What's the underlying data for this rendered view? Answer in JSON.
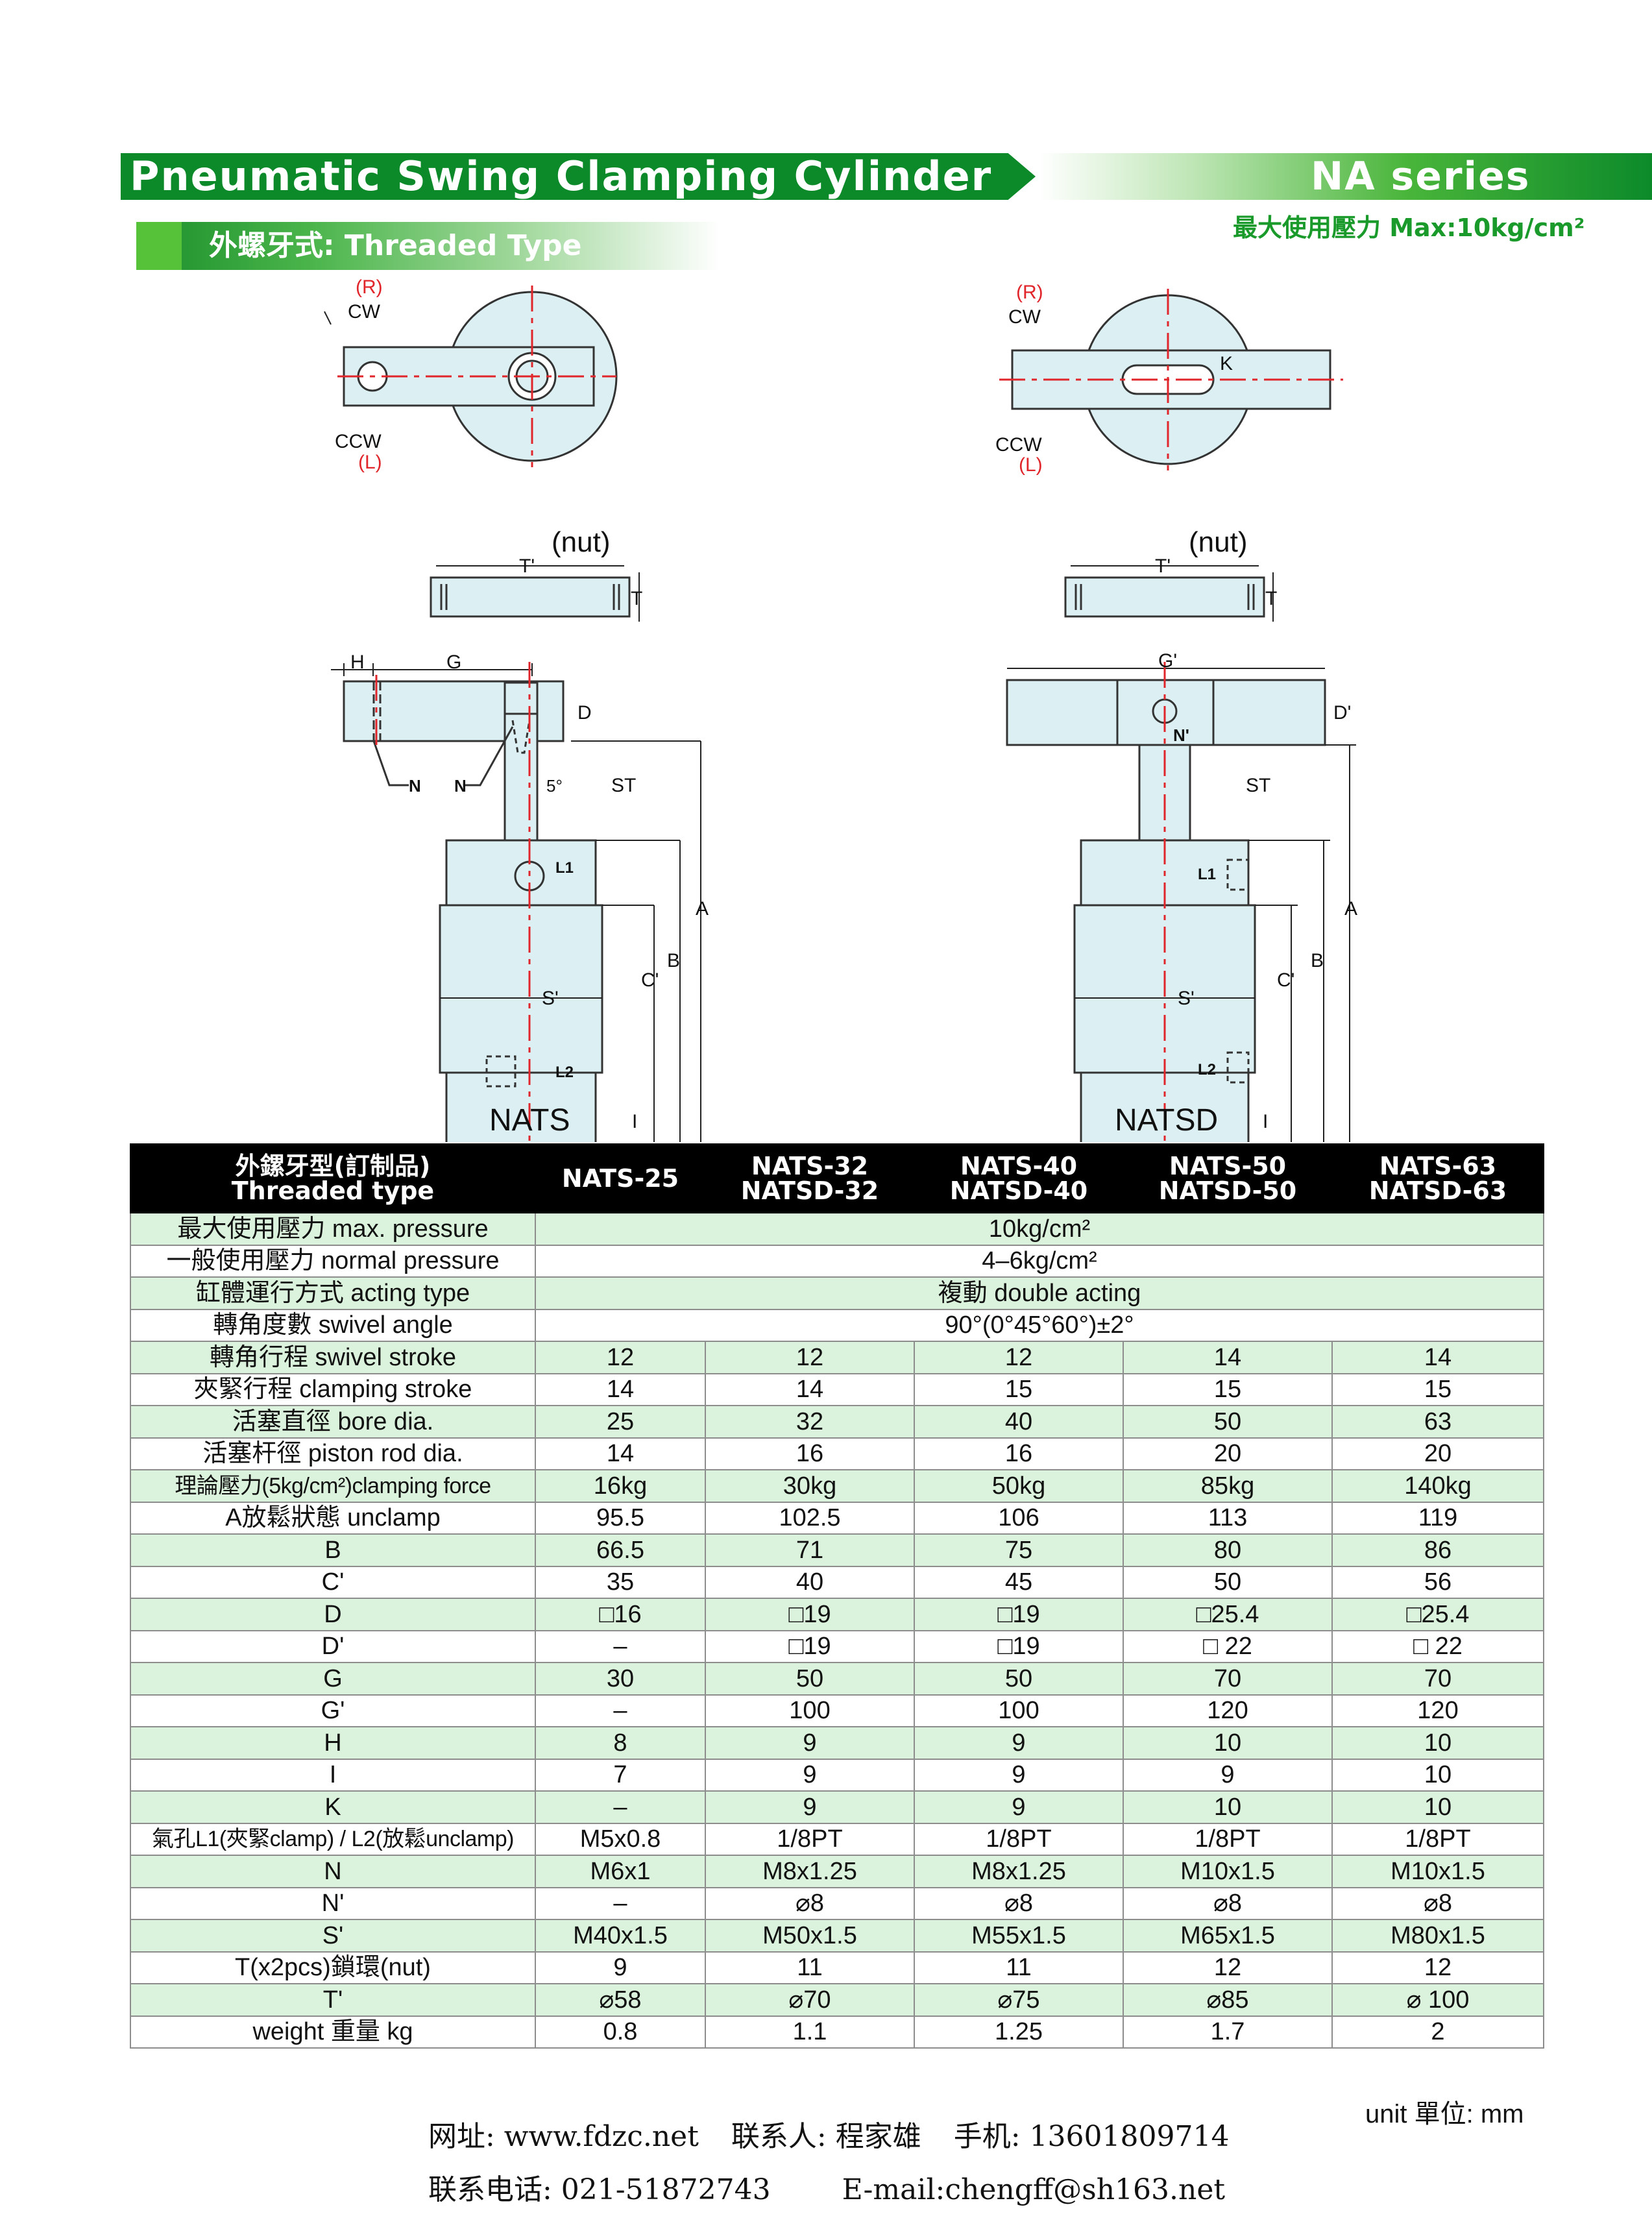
{
  "header": {
    "title": "Pneumatic Swing Clamping Cylinder",
    "series": "NA series",
    "max_pressure": "最大使用壓力 Max:10kg/cm²",
    "subtitle": "外螺牙式: Threaded Type"
  },
  "drawings": {
    "labels": {
      "R": "(R)",
      "CW": "CW",
      "CCW": "CCW",
      "L": "(L)",
      "K": "K",
      "nut": "(nut)",
      "T_prime": "T'",
      "T": "T",
      "H": "H",
      "G": "G",
      "G_prime": "G'",
      "D": "D",
      "D_prime": "D'",
      "N": "N",
      "N_prime": "N'",
      "five_deg": "5°",
      "ST": "ST",
      "L1": "L1",
      "L2": "L2",
      "A": "A",
      "B": "B",
      "C_prime": "C'",
      "S_prime": "S'",
      "I": "I"
    },
    "left_model": "NATS",
    "right_model": "NATSD"
  },
  "table": {
    "header_label_zh": "外鏍牙型(訂制品)",
    "header_label_en": "Threaded type",
    "models": [
      {
        "line1": "NATS-25",
        "line2": ""
      },
      {
        "line1": "NATS-32",
        "line2": "NATSD-32"
      },
      {
        "line1": "NATS-40",
        "line2": "NATSD-40"
      },
      {
        "line1": "NATS-50",
        "line2": "NATSD-50"
      },
      {
        "line1": "NATS-63",
        "line2": "NATSD-63"
      }
    ],
    "span_rows": [
      {
        "label": "最大使用壓力 max. pressure",
        "value": "10kg/cm²"
      },
      {
        "label": "一般使用壓力 normal pressure",
        "value": "4–6kg/cm²"
      },
      {
        "label": "缸體運行方式 acting type",
        "value": "複動 double  acting"
      },
      {
        "label": "轉角度數 swivel angle",
        "value": "90°(0°45°60°)±2°"
      }
    ],
    "rows": [
      {
        "label": "轉角行程 swivel stroke",
        "values": [
          "12",
          "12",
          "12",
          "14",
          "14"
        ]
      },
      {
        "label": "夾緊行程 clamping stroke",
        "values": [
          "14",
          "14",
          "15",
          "15",
          "15"
        ]
      },
      {
        "label": "活塞直徑 bore dia.",
        "values": [
          "25",
          "32",
          "40",
          "50",
          "63"
        ]
      },
      {
        "label": "活塞杆徑 piston rod dia.",
        "values": [
          "14",
          "16",
          "16",
          "20",
          "20"
        ]
      },
      {
        "label": "理論壓力(5kg/cm²)clamping force",
        "values": [
          "16kg",
          "30kg",
          "50kg",
          "85kg",
          "140kg"
        ]
      },
      {
        "label": "A放鬆狀態 unclamp",
        "values": [
          "95.5",
          "102.5",
          "106",
          "113",
          "119"
        ]
      },
      {
        "label": "B",
        "values": [
          "66.5",
          "71",
          "75",
          "80",
          "86"
        ]
      },
      {
        "label": "C'",
        "values": [
          "35",
          "40",
          "45",
          "50",
          "56"
        ]
      },
      {
        "label": "D",
        "values": [
          "□16",
          "□19",
          "□19",
          "□25.4",
          "□25.4"
        ]
      },
      {
        "label": "D'",
        "values": [
          "–",
          "□19",
          "□19",
          "□ 22",
          "□ 22"
        ]
      },
      {
        "label": "G",
        "values": [
          "30",
          "50",
          "50",
          "70",
          "70"
        ]
      },
      {
        "label": "G'",
        "values": [
          "–",
          "100",
          "100",
          "120",
          "120"
        ]
      },
      {
        "label": "H",
        "values": [
          "8",
          "9",
          "9",
          "10",
          "10"
        ]
      },
      {
        "label": "I",
        "values": [
          "7",
          "9",
          "9",
          "9",
          "10"
        ]
      },
      {
        "label": "K",
        "values": [
          "–",
          "9",
          "9",
          "10",
          "10"
        ]
      },
      {
        "label": "氣孔L1(夾緊clamp) / L2(放鬆unclamp)",
        "values": [
          "M5x0.8",
          "1/8PT",
          "1/8PT",
          "1/8PT",
          "1/8PT"
        ]
      },
      {
        "label": "N",
        "values": [
          "M6x1",
          "M8x1.25",
          "M8x1.25",
          "M10x1.5",
          "M10x1.5"
        ]
      },
      {
        "label": "N'",
        "values": [
          "–",
          "⌀8",
          "⌀8",
          "⌀8",
          "⌀8"
        ]
      },
      {
        "label": "S'",
        "values": [
          "M40x1.5",
          "M50x1.5",
          "M55x1.5",
          "M65x1.5",
          "M80x1.5"
        ]
      },
      {
        "label": "T(x2pcs)鎖環(nut)",
        "values": [
          "9",
          "11",
          "11",
          "12",
          "12"
        ]
      },
      {
        "label": "T'",
        "values": [
          "⌀58",
          "⌀70",
          "⌀75",
          "⌀85",
          "⌀ 100"
        ]
      },
      {
        "label": "weight  重量 kg",
        "values": [
          "0.8",
          "1.1",
          "1.25",
          "1.7",
          "2"
        ]
      }
    ]
  },
  "unit_note": "unit 單位: mm",
  "footer": {
    "website": "网址: www.fdzc.net",
    "contact": "联系人: 程家雄",
    "mobile": "手机: 13601809714",
    "phone": "联系电话: 021-51872743",
    "email": "E-mail:chengff@sh163.net"
  },
  "colors": {
    "green_dark": "#0c8a2a",
    "green_row": "#dbf2dc",
    "part_fill": "#dcf0f3",
    "center_line": "#e0262b"
  }
}
